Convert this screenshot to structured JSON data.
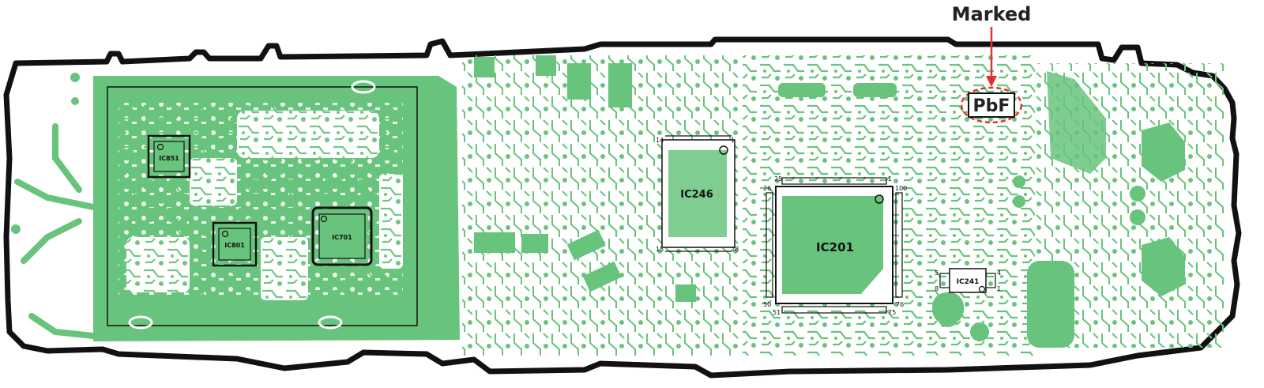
{
  "annotation": {
    "marked_label": "Marked",
    "marking_text": "PbF",
    "arrow_color": "#e53030",
    "circle_color": "#e53030"
  },
  "colors": {
    "copper": "#68c47c",
    "outline": "#111111",
    "background": "#ffffff"
  },
  "ics": {
    "ic851": {
      "label": "IC851"
    },
    "ic801": {
      "label": "IC801"
    },
    "ic701": {
      "label": "IC701"
    },
    "ic246": {
      "label": "IC246",
      "pins": [
        "14",
        "1",
        "15",
        "28"
      ]
    },
    "ic201": {
      "label": "IC201",
      "pins": [
        "25",
        "1",
        "26",
        "100",
        "50",
        "76",
        "51",
        "75"
      ]
    },
    "ic241": {
      "label": "IC241",
      "pins": [
        "5",
        "4",
        "8",
        "1"
      ]
    }
  }
}
